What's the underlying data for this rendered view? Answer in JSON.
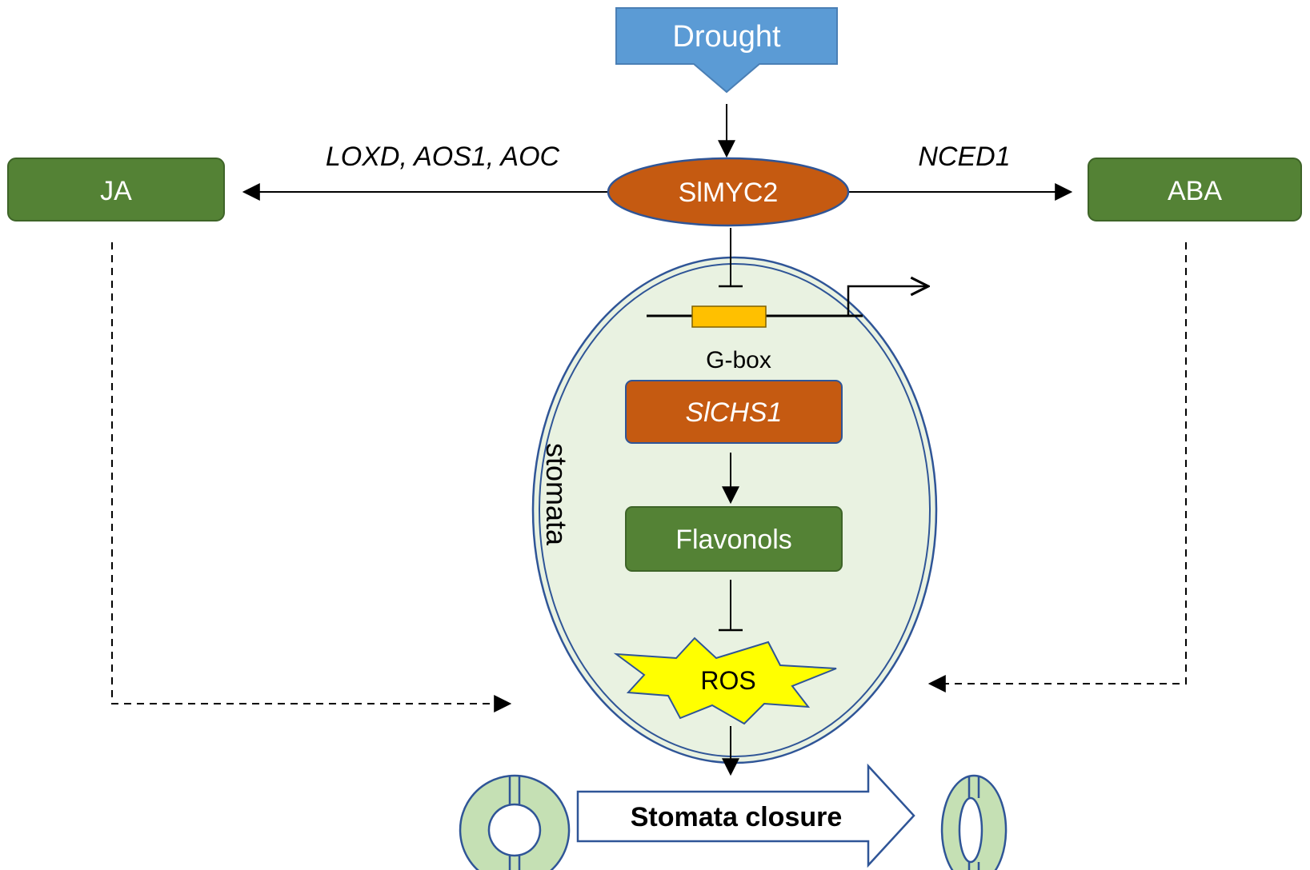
{
  "nodes": {
    "drought": "Drought",
    "slmyc2": "SlMYC2",
    "ja": "JA",
    "aba": "ABA",
    "gbox": "G-box",
    "slchs1": "SlCHS1",
    "flavonols": "Flavonols",
    "ros": "ROS",
    "stomata": "stomata",
    "closure": "Stomata closure"
  },
  "edges": {
    "ja_genes": "LOXD, AOS1, AOC",
    "aba_genes": "NCED1"
  },
  "colors": {
    "drought_fill": "#5b9bd5",
    "orange": "#c55a11",
    "green": "#548235",
    "cell_fill": "#e9f2e1",
    "cell_stroke": "#2f5597",
    "gbox_fill": "#ffc000",
    "ros_fill": "#ffff00",
    "guard_fill": "#c5e0b4",
    "guard_stroke": "#2f5597"
  }
}
